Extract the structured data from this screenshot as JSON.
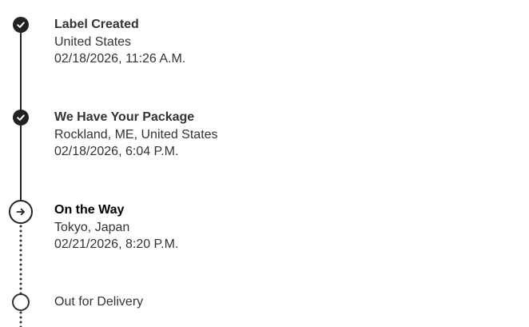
{
  "steps": [
    {
      "title": "Label Created",
      "location": "United States",
      "datetime": "02/18/2026, 11:26 A.M.",
      "status": "completed",
      "icon": "checkmark-icon"
    },
    {
      "title": "We Have Your Package",
      "location": "Rockland, ME, United States",
      "datetime": "02/18/2026, 6:04 P.M.",
      "status": "completed",
      "icon": "checkmark-icon"
    },
    {
      "title": "On the Way",
      "location": "Tokyo, Japan",
      "datetime": "02/21/2026, 8:20 P.M.",
      "status": "current",
      "icon": "arrow-right-icon"
    },
    {
      "title": "Out for Delivery",
      "status": "pending",
      "icon": "empty-circle-icon"
    }
  ],
  "colors": {
    "completed": "#222222",
    "text": "#333333",
    "current_title": "#000000",
    "background": "#ffffff"
  }
}
